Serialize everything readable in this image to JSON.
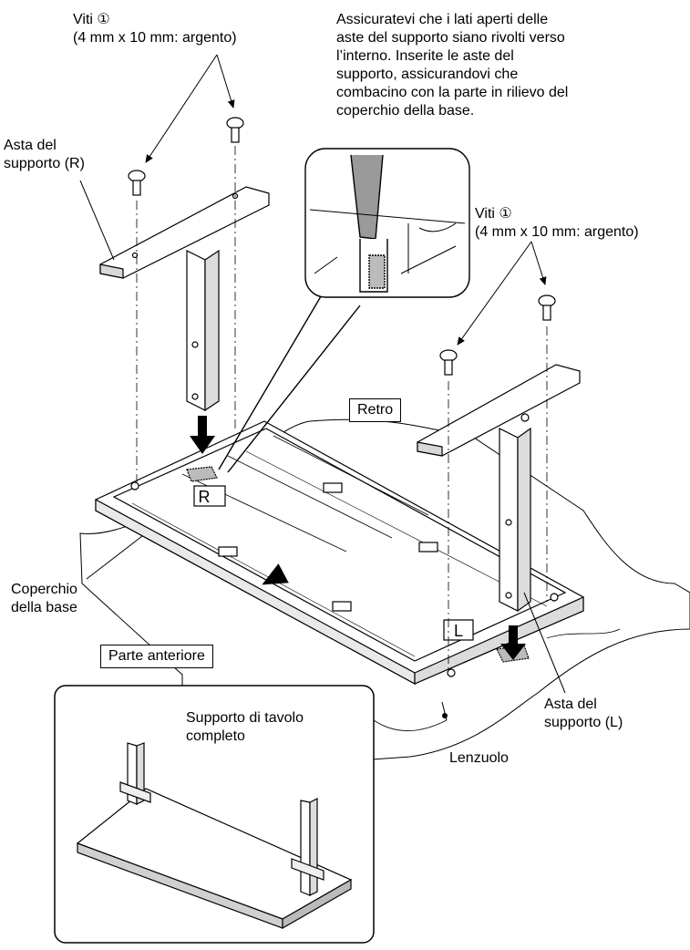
{
  "labels": {
    "screws_r": "Viti ①\n(4 mm x 10 mm: argento)",
    "instruction": "Assicuratevi che i lati aperti delle\naste del supporto siano rivolti verso\nl’interno. Inserite le aste del\nsupporto, assicurandovi che\ncombacino con la parte in rilievo del\ncoperchio della base.",
    "pole_r": "Asta del\nsupporto (R)",
    "screws_l": "Viti ①\n(4 mm x 10 mm: argento)",
    "retro": "Retro",
    "base_cover": "Coperchio\ndella base",
    "front": "Parte anteriore",
    "complete": "Supporto di tavolo\ncompleto",
    "pole_l": "Asta del\nsupporto (L)",
    "sheet": "Lenzuolo",
    "mark_r": "R",
    "mark_l": "L"
  }
}
